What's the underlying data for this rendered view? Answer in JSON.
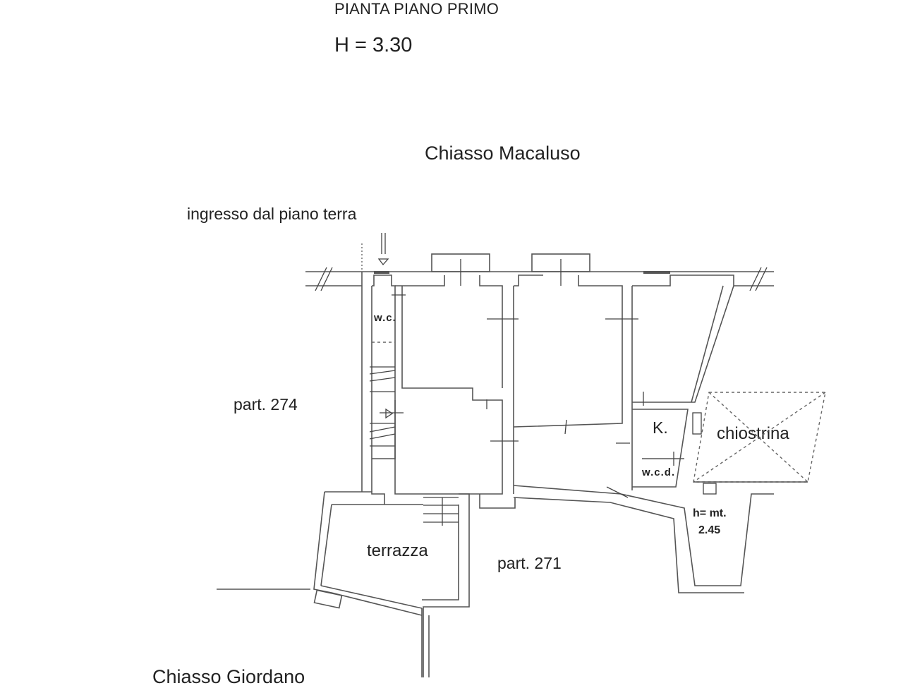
{
  "drawing": {
    "title": "PIANTA PIANO PRIMO",
    "floor_height": "H = 3.30",
    "streets": {
      "top": "Chiasso Macaluso",
      "bottom": "Chiasso Giordano"
    },
    "annotations": {
      "entrance": "ingresso dal piano terra"
    },
    "parcels": {
      "left": "part. 274",
      "bottom": "part. 271"
    },
    "rooms": {
      "wc": "w.c.",
      "kitchen": "K.",
      "wcd": "w.c.d.",
      "terrace": "terrazza",
      "courtyard": "chiostrina",
      "low_room_height_label": "h= mt.",
      "low_room_height_value": "2.45"
    },
    "colors": {
      "background": "#ffffff",
      "walls": "#555555",
      "text": "#222222"
    }
  }
}
